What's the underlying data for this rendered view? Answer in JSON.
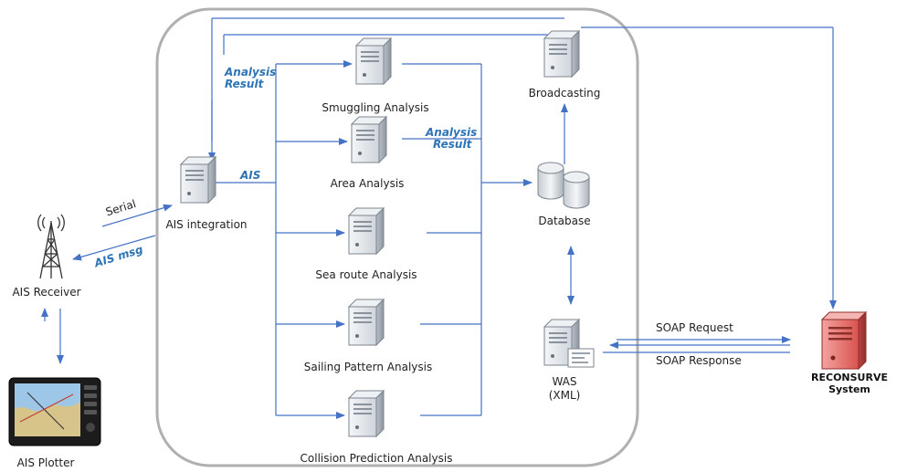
{
  "nodes": {
    "ais_receiver": "AIS Receiver",
    "ais_plotter": "AIS Plotter",
    "ais_integration": "AIS integration",
    "smuggling": "Smuggling Analysis",
    "area": "Area Analysis",
    "sea_route": "Sea route Analysis",
    "sailing_pattern": "Sailing Pattern Analysis",
    "collision": "Collision Prediction Analysis",
    "broadcasting": "Broadcasting",
    "database": "Database",
    "was_line1": "WAS",
    "was_line2": "(XML)",
    "reconsurve_line1": "RECONSURVE",
    "reconsurve_line2": "System"
  },
  "edge_labels": {
    "serial": "Serial",
    "ais_msg": "AIS msg",
    "ais": "AIS",
    "analysis_result_1_line1": "Analysis",
    "analysis_result_1_line2": "Result",
    "analysis_result_2_line1": "Analysis",
    "analysis_result_2_line2": "Result",
    "soap_request": "SOAP Request",
    "soap_response": "SOAP Response"
  },
  "colors": {
    "arrow": "#4472c4",
    "label_blue": "#2e75b6",
    "container_border": "#b0b0b0",
    "server_body": "#e3e7ec",
    "reconsurve_server": "#d9534f"
  }
}
